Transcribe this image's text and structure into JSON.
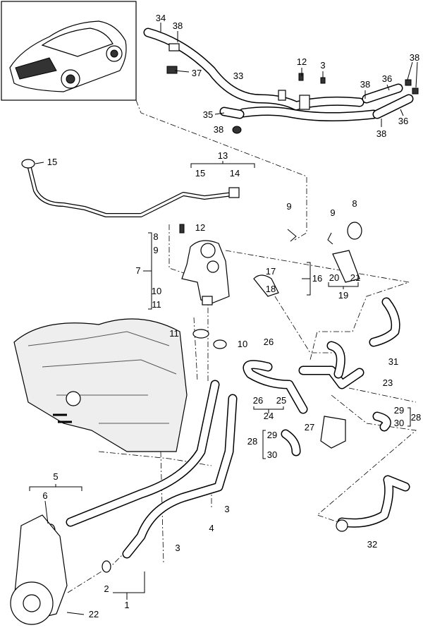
{
  "diagram": {
    "callouts": [
      "34",
      "38",
      "12",
      "3",
      "38",
      "37",
      "33",
      "36",
      "38",
      "35",
      "38",
      "36",
      "38",
      "15",
      "13",
      "15",
      "14",
      "9",
      "9",
      "8",
      "12",
      "8",
      "9",
      "7",
      "10",
      "11",
      "17",
      "16",
      "18",
      "20",
      "21",
      "19",
      "11",
      "10",
      "26",
      "31",
      "23",
      "26",
      "25",
      "24",
      "29",
      "30",
      "28",
      "27",
      "28",
      "29",
      "30",
      "5",
      "6",
      "3",
      "4",
      "3",
      "2",
      "1",
      "22",
      "32"
    ]
  }
}
